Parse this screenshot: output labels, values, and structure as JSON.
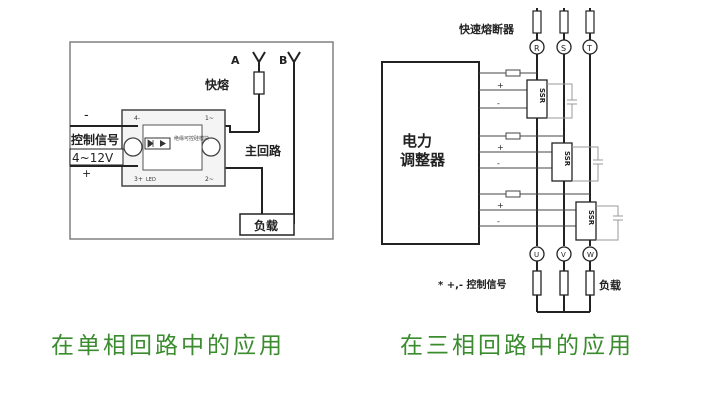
{
  "single_phase": {
    "terminal_a": "A",
    "terminal_b": "B",
    "fuse_label": "快熔",
    "control_signal_label": "控制信号",
    "voltage_range": "4~12V",
    "plus_sign": "+",
    "minus_sign": "-",
    "terminal_4": "4-",
    "terminal_3": "3+",
    "terminal_1": "1~",
    "terminal_2": "2~",
    "led_label": "LED",
    "module_text": "绝缘可控硅模块",
    "main_circuit_label": "主回路",
    "load_label": "负载",
    "caption": "在单相回路中的应用"
  },
  "three_phase": {
    "fast_fuse_label": "快速熔断器",
    "phase_top": [
      "R",
      "S",
      "T"
    ],
    "controller_label_line1": "电力",
    "controller_label_line2": "调整器",
    "ssr_label": "SSR",
    "phase_bottom": [
      "U",
      "V",
      "W"
    ],
    "signal_note": "* +,- 控制信号",
    "load_label": "负载",
    "caption": "在三相回路中的应用"
  },
  "colors": {
    "caption": "#3a8c2e",
    "line": "#222222",
    "gray_line": "#9a9a9a"
  }
}
